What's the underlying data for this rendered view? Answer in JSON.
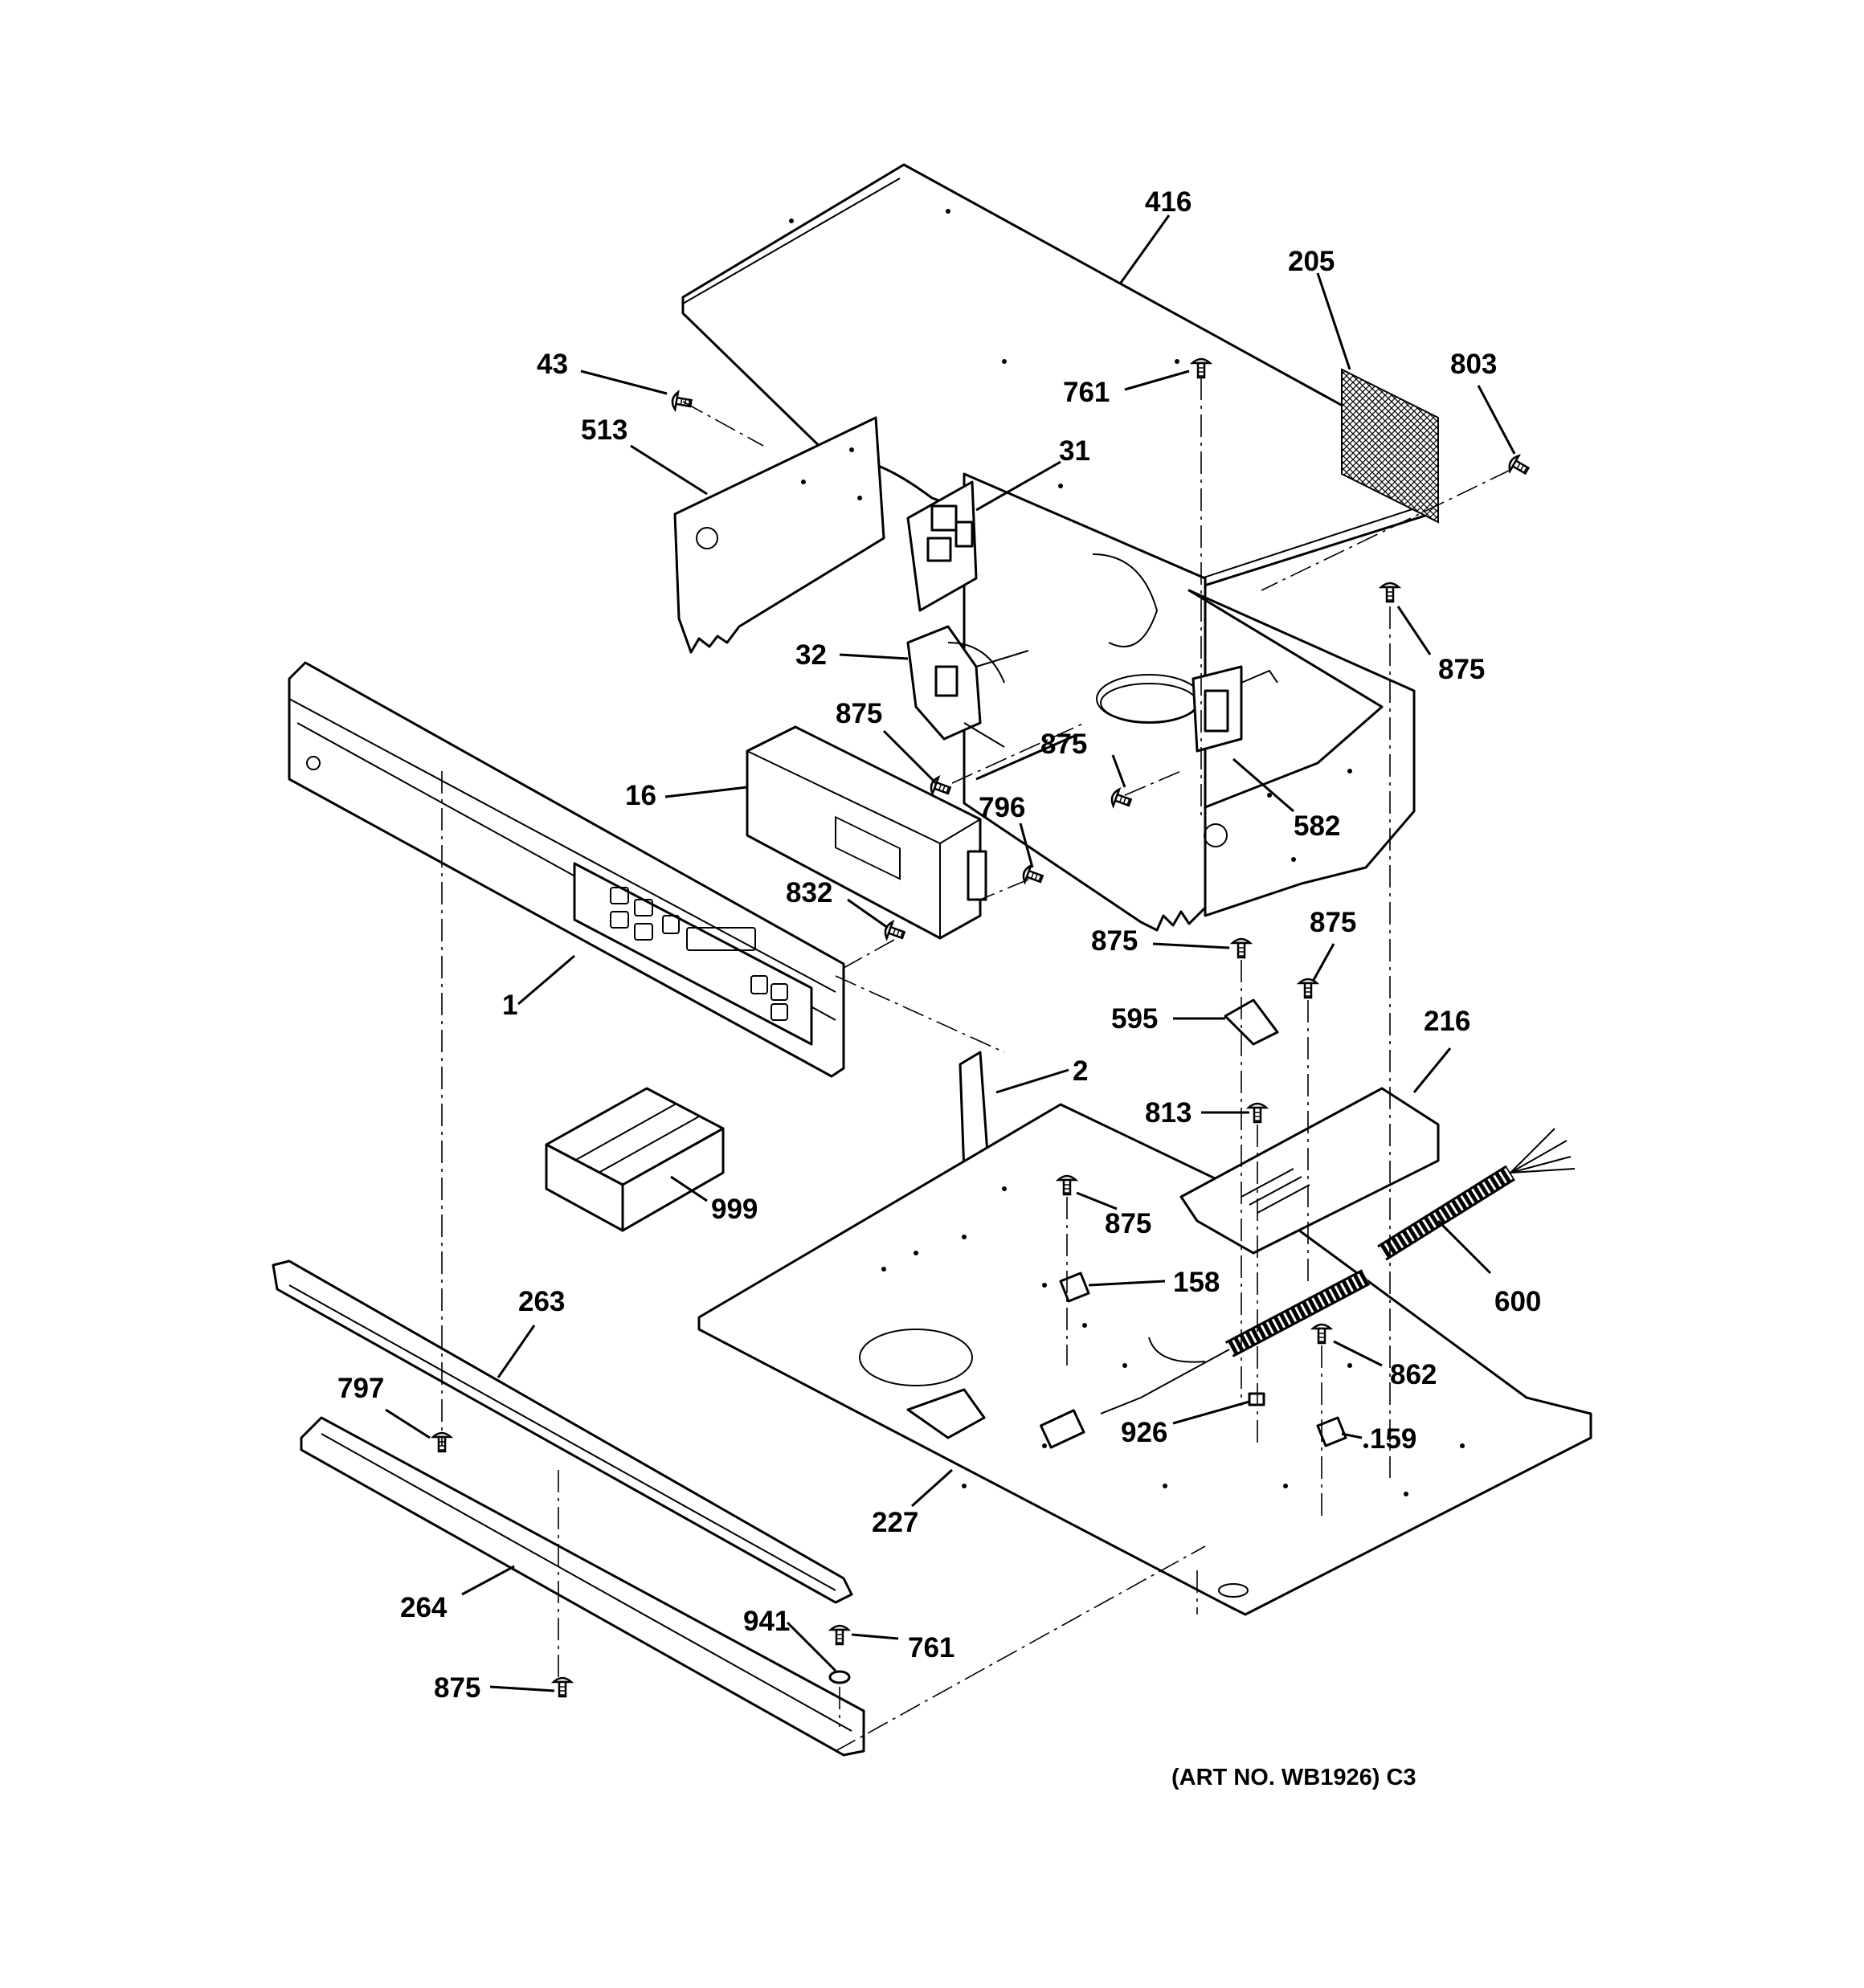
{
  "diagram": {
    "art_number": "(ART NO. WB1926) C3",
    "labels": {
      "l416": "416",
      "l205": "205",
      "l43": "43",
      "l761a": "761",
      "l803": "803",
      "l513": "513",
      "l31": "31",
      "l32": "32",
      "l875a": "875",
      "l875b": "875",
      "l875c": "875",
      "l16": "16",
      "l796": "796",
      "l582": "582",
      "l832": "832",
      "l875d": "875",
      "l875e": "875",
      "l1": "1",
      "l595": "595",
      "l216": "216",
      "l2": "2",
      "l813": "813",
      "l999": "999",
      "l875f": "875",
      "l158": "158",
      "l600": "600",
      "l263": "263",
      "l862": "862",
      "l797": "797",
      "l926": "926",
      "l159": "159",
      "l227": "227",
      "l264": "264",
      "l941": "941",
      "l761b": "761",
      "l875g": "875"
    }
  }
}
